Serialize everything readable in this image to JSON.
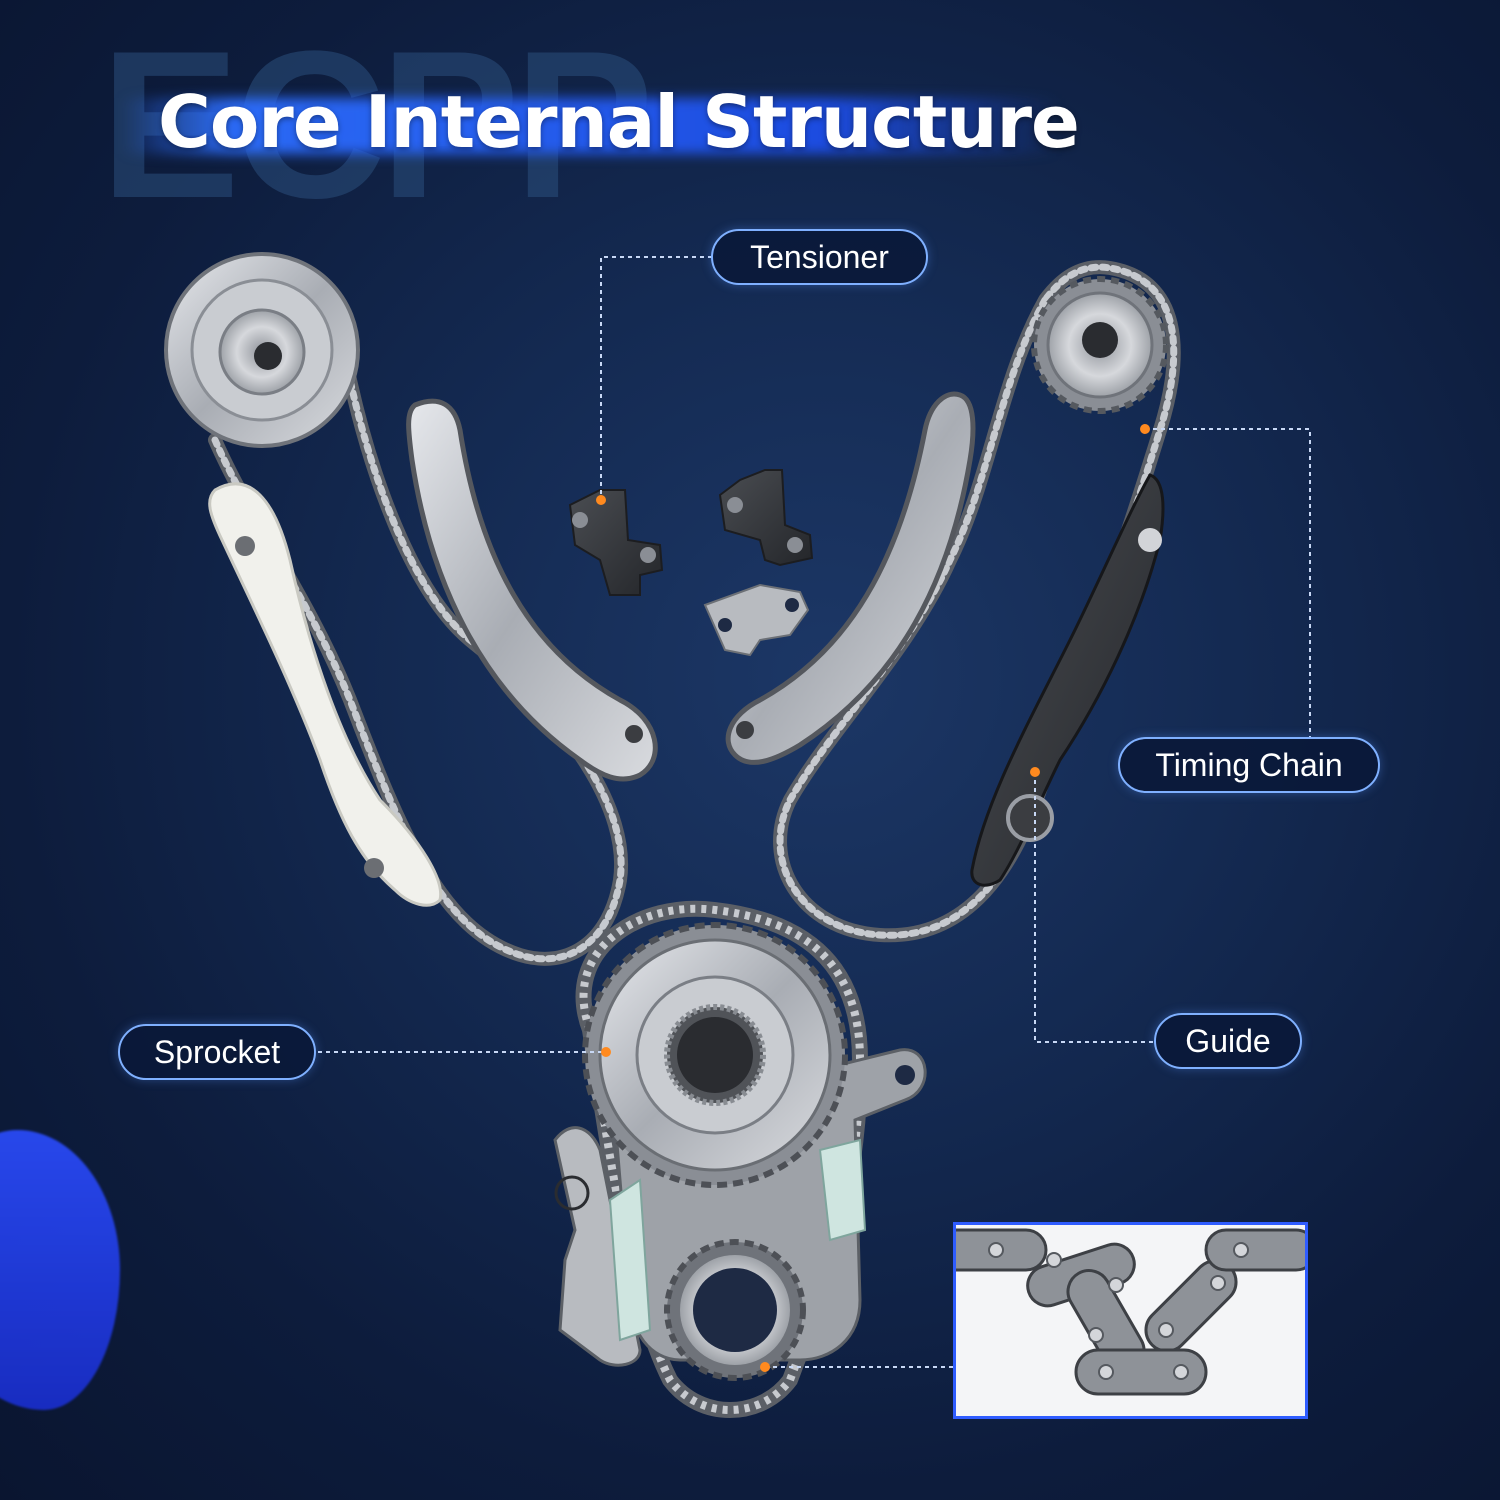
{
  "header": {
    "watermark": "ECPP",
    "title": "Core Internal Structure"
  },
  "callouts": {
    "tensioner": "Tensioner",
    "timing_chain": "Timing Chain",
    "sprocket": "Sprocket",
    "guide": "Guide"
  },
  "colors": {
    "background": "#0d1c3c",
    "title_highlight": "#2d6eff",
    "callout_border": "#7fb0ff",
    "callout_dot": "#ff8a1f",
    "metal": "#b9bcc1",
    "plastic_guide": "#eeeeea"
  }
}
